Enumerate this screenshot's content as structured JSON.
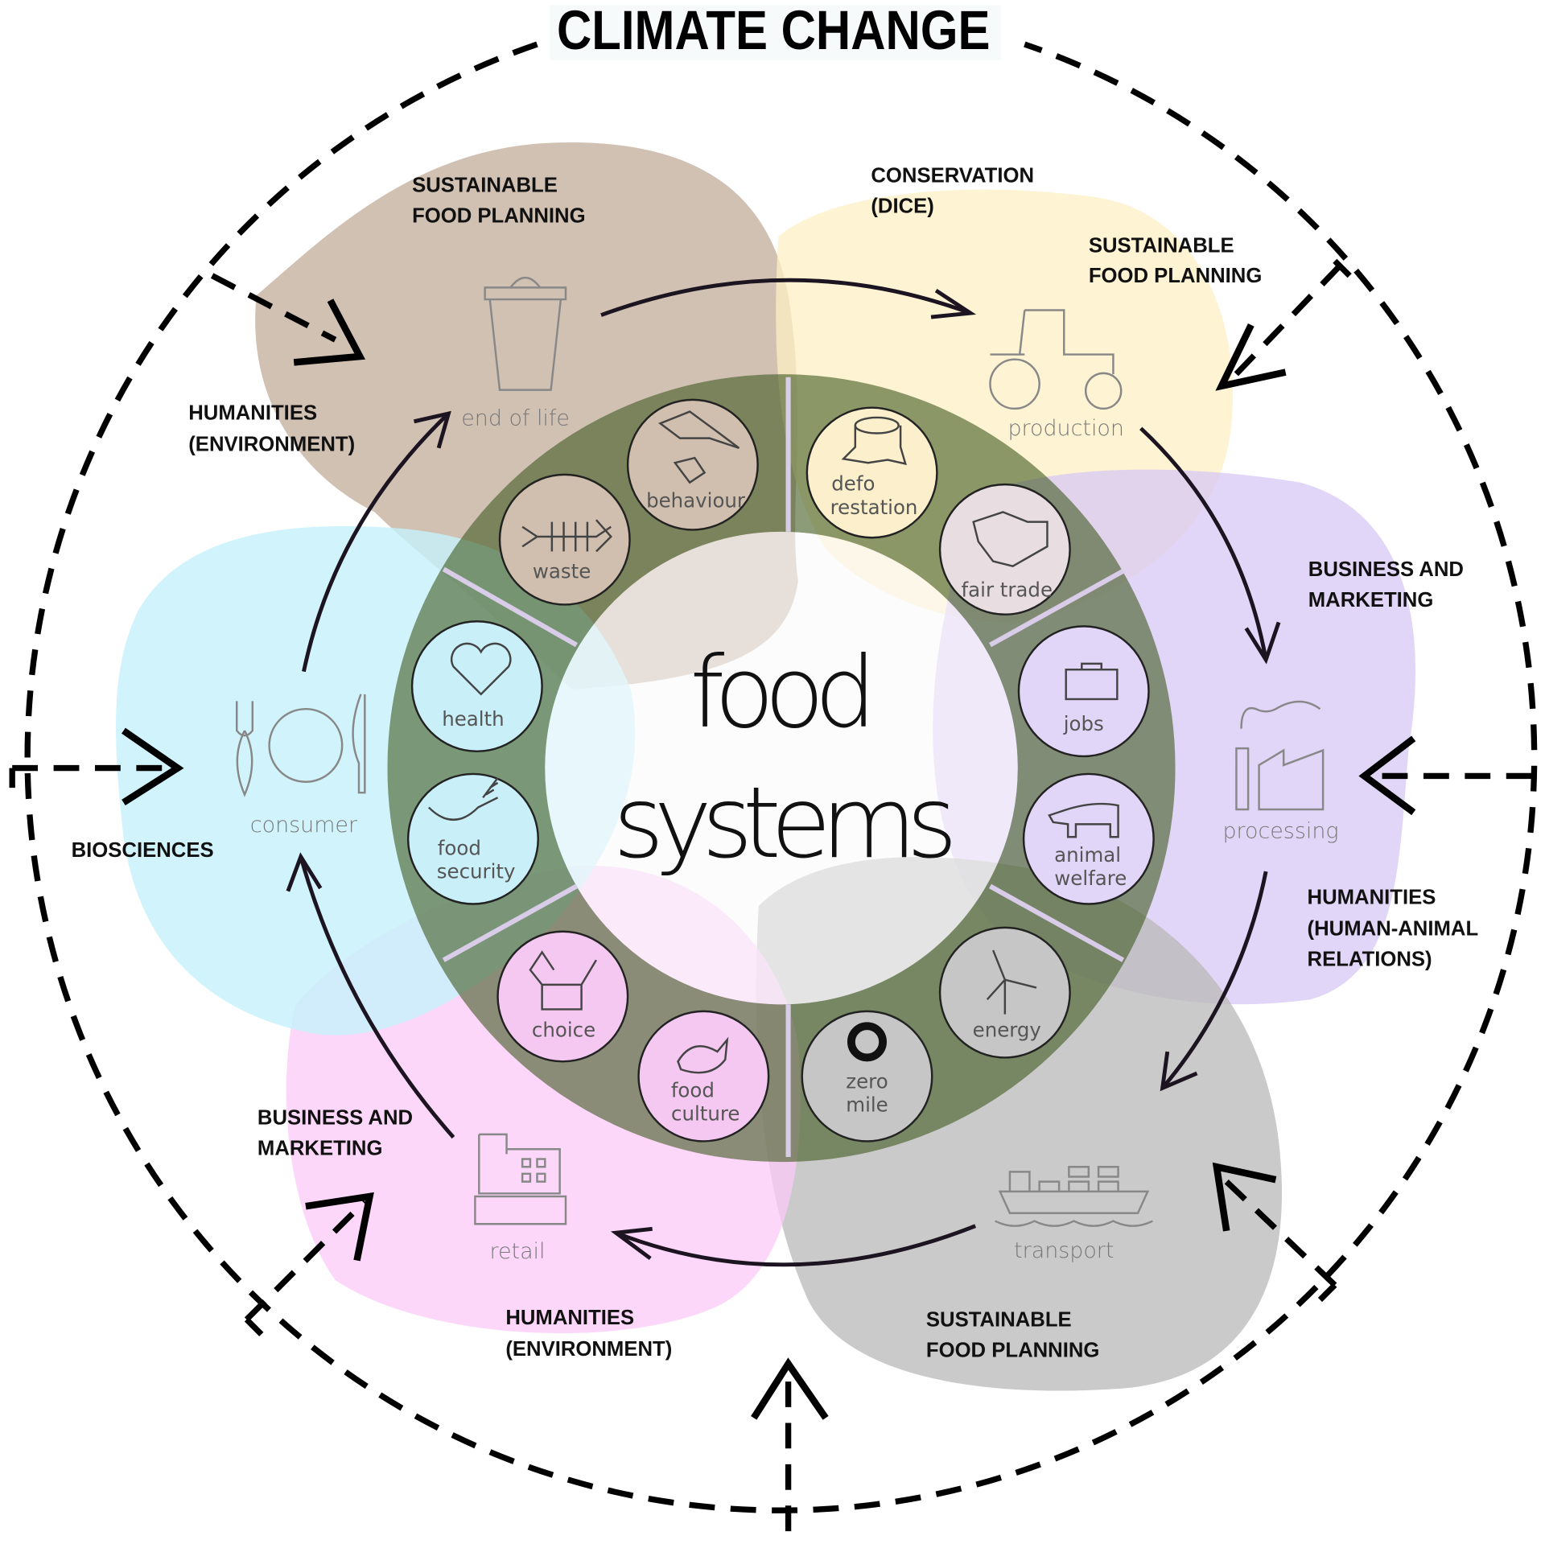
{
  "title": "CLIMATE CHANGE",
  "center": {
    "line1": "food",
    "line2": "systems"
  },
  "stages": {
    "end_of_life": "end of life",
    "production": "production",
    "processing": "processing",
    "transport": "transport",
    "retail": "retail",
    "consumer": "consumer"
  },
  "items": {
    "behaviour": "behaviour",
    "waste": "waste",
    "deforestation_1": "defo",
    "deforestation_2": "restation",
    "fair_trade": "fair trade",
    "jobs": "jobs",
    "animal_welfare_1": "animal",
    "animal_welfare_2": "welfare",
    "energy": "energy",
    "zero_mile_1": "zero",
    "zero_mile_2": "mile",
    "food_culture_1": "food",
    "food_culture_2": "culture",
    "choice": "choice",
    "health": "health",
    "food_security_1": "food",
    "food_security_2": "security"
  },
  "disciplines": {
    "sfp_top_1": "SUSTAINABLE",
    "sfp_top_2": "FOOD PLANNING",
    "conservation_1": "CONSERVATION",
    "conservation_2": "(DICE)",
    "sfp_right_1": "SUSTAINABLE",
    "sfp_right_2": "FOOD PLANNING",
    "bm_right_1": "BUSINESS AND",
    "bm_right_2": "MARKETING",
    "hum_har_1": "HUMANITIES",
    "hum_har_2": "(HUMAN-ANIMAL",
    "hum_har_3": "RELATIONS)",
    "sfp_bottom_1": "SUSTAINABLE",
    "sfp_bottom_2": "FOOD PLANNING",
    "hum_env_bottom_1": "HUMANITIES",
    "hum_env_bottom_2": "(ENVIRONMENT)",
    "bm_left_1": "BUSINESS AND",
    "bm_left_2": "MARKETING",
    "biosciences": "BIOSCIENCES",
    "hum_env_left_1": "HUMANITIES",
    "hum_env_left_2": "(ENVIRONMENT)"
  },
  "colors": {
    "end_of_life": "#b9a08a",
    "production": "#fdefc4",
    "processing": "#d8c8f6",
    "transport": "#b8b8b8",
    "retail": "#fbcaf7",
    "consumer": "#c6f1fb",
    "ring": "#4f6a2e"
  }
}
